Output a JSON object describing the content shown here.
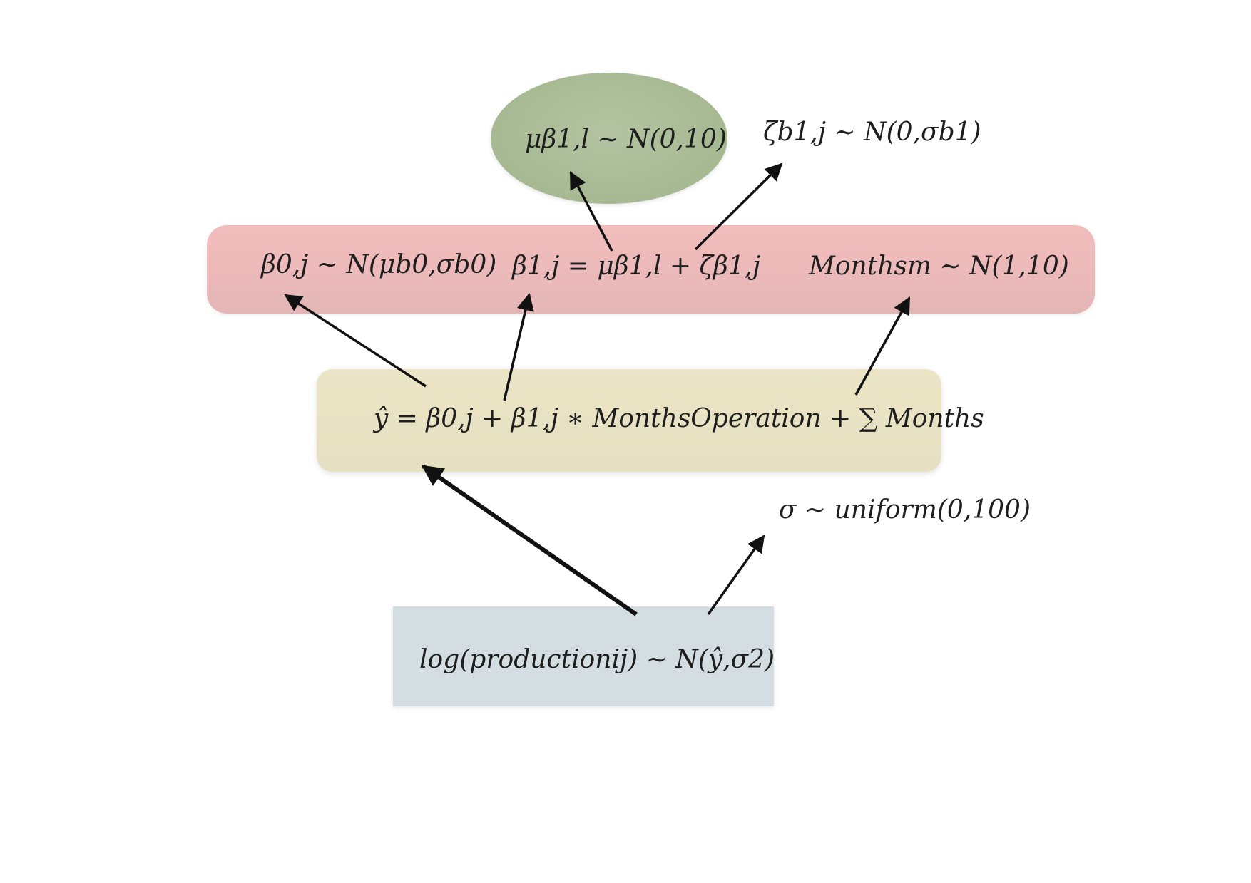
{
  "nodes": {
    "mu_prior": {
      "label": "μβ1,l ∼ N(0,10)"
    },
    "zeta_prior": {
      "label": "ζb1,j ∼ N(0,σb1)"
    },
    "beta0": {
      "label": "β0,j ∼ N(μb0,σb0)"
    },
    "beta1": {
      "label": "β1,j = μβ1,l + ζβ1,j"
    },
    "months_prior": {
      "label": "Monthsm ∼ N(1,10)"
    },
    "yhat": {
      "label": "ŷ = β0,j + β1,j ∗ MonthsOperation + ∑ Months"
    },
    "sigma_prior": {
      "label": "σ ∼ uniform(0,100)"
    },
    "likelihood": {
      "label": "log(productionij) ∼ N(ŷ,σ2)"
    }
  },
  "colors": {
    "top_node": "#a8ba94",
    "parameter_band": "#ebb9b9",
    "linear_predictor_band": "#e6e0c2",
    "likelihood_box": "#d4dde2",
    "arrow": "#111111"
  },
  "edges": [
    {
      "from": "beta1",
      "to": "mu_prior"
    },
    {
      "from": "beta1",
      "to": "zeta_prior"
    },
    {
      "from": "yhat",
      "to": "beta0"
    },
    {
      "from": "yhat",
      "to": "beta1"
    },
    {
      "from": "yhat",
      "to": "months_prior"
    },
    {
      "from": "likelihood",
      "to": "yhat"
    },
    {
      "from": "likelihood",
      "to": "sigma_prior"
    }
  ]
}
